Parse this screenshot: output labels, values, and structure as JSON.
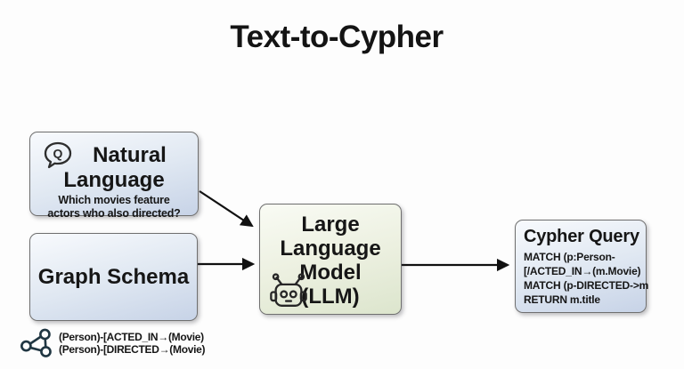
{
  "title": "Text-to-Cypher",
  "diagram": {
    "natural_language": {
      "heading_line1": "Natural",
      "heading_line2": "Language",
      "icon_letter": "Q",
      "question_line1": "Which movies feature",
      "question_line2": "actors who also directed?"
    },
    "graph_schema": {
      "heading": "Graph Schema"
    },
    "llm": {
      "heading_line1": "Large",
      "heading_line2": "Language",
      "heading_line3": "Model",
      "heading_line4": "(LLM)"
    },
    "cypher_query": {
      "heading": "Cypher Query",
      "code_line1": "MATCH (p:Person-",
      "code_line2": "[/ACTED_IN→(m.Movie)",
      "code_line3": "MATCH (p-DIRECTED->m",
      "code_line4": "RETURN m.title"
    },
    "schema_annotation": {
      "line1": "(Person)-[ACTED_IN→(Movie)",
      "line2": "(Person)-[DIRECTED→(Movie)"
    }
  },
  "colors": {
    "background": "#fdfdfd",
    "box_border": "#6f6f6f",
    "blue_box_top": "#f8fafd",
    "blue_box_bottom": "#c7d3e7",
    "green_box_top": "#f9fbf4",
    "green_box_bottom": "#dce5cd",
    "text": "#161616",
    "arrow": "#111111"
  }
}
